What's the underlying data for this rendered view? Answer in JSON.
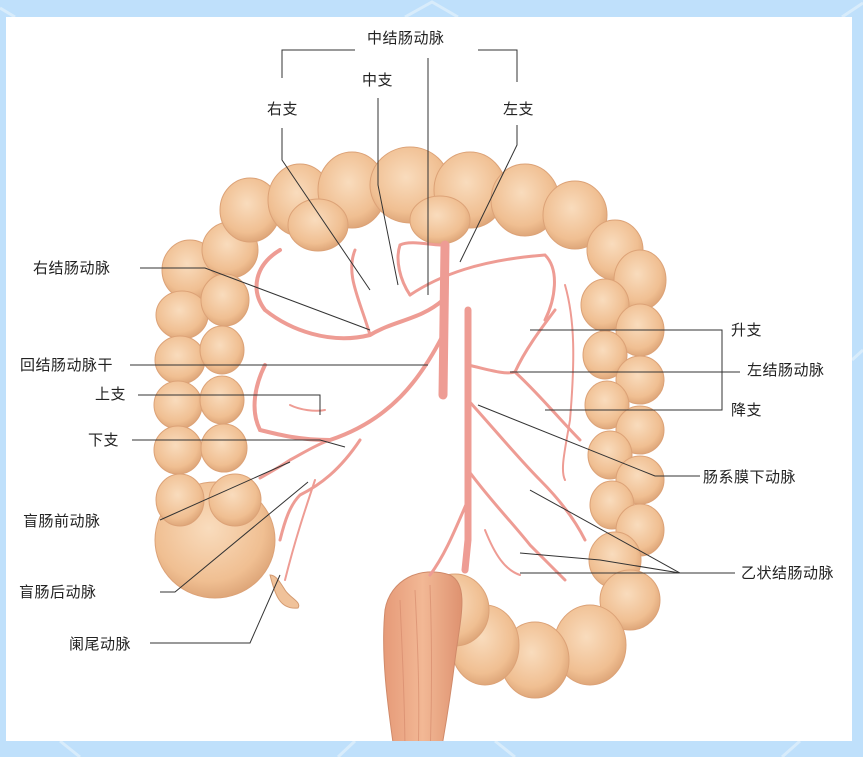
{
  "colors": {
    "frame_background": "#bfe0fb",
    "panel_background": "#ffffff",
    "colon": "#f2c49b",
    "colon_shadow": "#dba47a",
    "artery": "#ee9c94",
    "leader_line": "#333333"
  },
  "diagram": {
    "subject": "colon-arterial-supply",
    "labels": {
      "middle_colic_artery": "中结肠动脉",
      "middle_branch": "中支",
      "right_branch": "右支",
      "left_branch": "左支",
      "right_colic_artery": "右结肠动脉",
      "ileocolic_trunk": "回结肠动脉干",
      "upper_branch": "上支",
      "lower_branch": "下支",
      "anterior_cecal_artery": "盲肠前动脉",
      "posterior_cecal_artery": "盲肠后动脉",
      "appendicular_artery": "阑尾动脉",
      "ascending_branch": "升支",
      "left_colic_artery": "左结肠动脉",
      "descending_branch": "降支",
      "inferior_mesenteric_artery": "肠系膜下动脉",
      "sigmoid_arteries": "乙状结肠动脉"
    }
  }
}
